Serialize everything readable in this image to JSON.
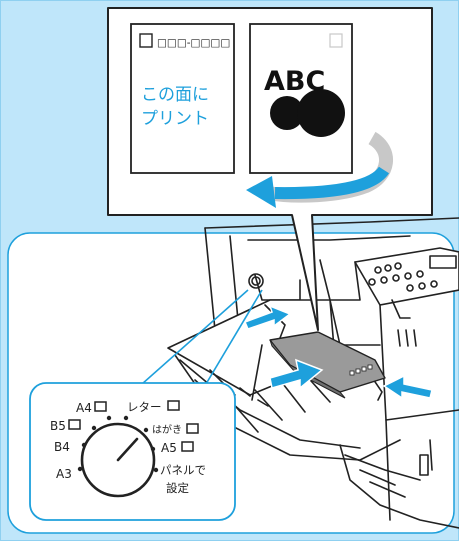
{
  "postcard_left": {
    "postal_code": "□□□-□□□□",
    "print_line1": "この面に",
    "print_line2": "プリント"
  },
  "postcard_right": {
    "logo_text": "ABC"
  },
  "dial": {
    "labels": {
      "a4": "A4",
      "b5": "B5",
      "b4": "B4",
      "a3": "A3",
      "letter": "レター",
      "hagaki": "はがき",
      "a5": "A5",
      "panel_line1": "パネルで",
      "panel_line2": "設定"
    }
  },
  "colors": {
    "background": "#bfe6fa",
    "accent_blue": "#1ea0dc",
    "inset_border": "#1ea0dc"
  }
}
